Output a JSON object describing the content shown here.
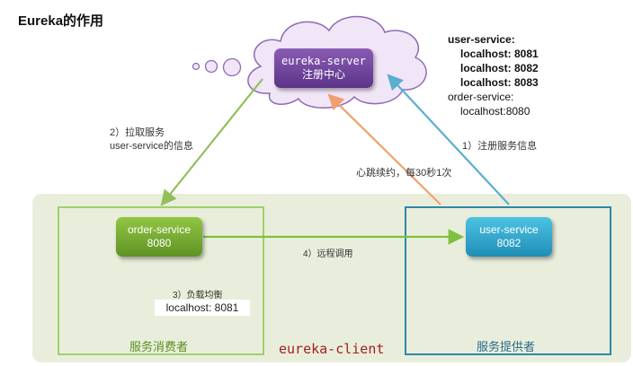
{
  "title": "Eureka的作用",
  "server": {
    "name": "eureka-server",
    "subtitle": "注册中心"
  },
  "consumer": {
    "name": "order-service",
    "port": "8080",
    "caption": "服务消费者"
  },
  "provider": {
    "name": "user-service",
    "port": "8082",
    "caption": "服务提供者"
  },
  "client_label": "eureka-client",
  "edges": {
    "pull": [
      "2）拉取服务",
      "user-service的信息"
    ],
    "register": "1）注册服务信息",
    "heartbeat": "心跳续约，每30秒1次",
    "remote_call": "4）远程调用",
    "load_balance": "3）负载均衡",
    "chosen_address": "localhost: 8081"
  },
  "registry": {
    "services": [
      {
        "name": "user-service:",
        "instances": [
          "localhost: 8081",
          "localhost: 8082",
          "localhost: 8083"
        ]
      },
      {
        "name": "order-service:",
        "instances": [
          "localhost:8080"
        ]
      }
    ]
  },
  "colors": {
    "pull_arrow": "#92bf5a",
    "register_arrow": "#5aaed0",
    "heartbeat_arrow": "#f0a070",
    "remote_arrow": "#7fc040",
    "consumer_border": "#9ed06a",
    "provider_border": "#2f87a8",
    "client_area": "#e9eedc",
    "cloud_fill": "#f1e6f7",
    "cloud_stroke": "#8e6bb3"
  }
}
